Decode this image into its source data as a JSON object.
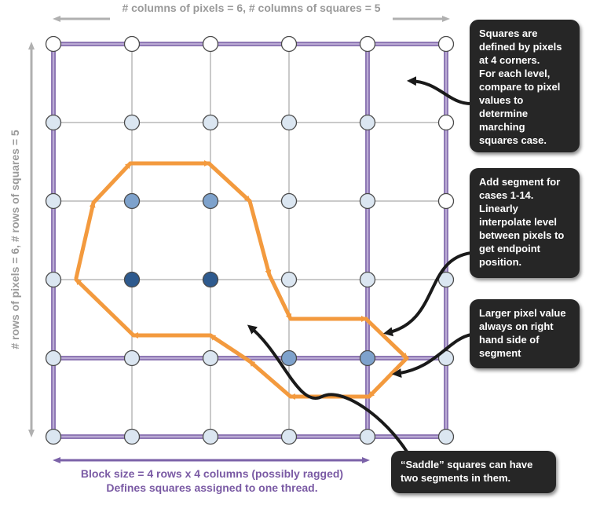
{
  "labels": {
    "top": "# columns of pixels = 6,  # columns of squares = 5",
    "left": "# rows of pixels = 6, # rows of squares = 5",
    "block_line1": "Block size = 4 rows x 4 columns (possibly ragged)",
    "block_line2": "Defines squares assigned to one thread."
  },
  "callouts": {
    "squares": "Squares are\ndefined by pixels\nat 4 corners.\nFor each level,\ncompare to pixel\nvalues to\ndetermine\nmarching\nsquares case.",
    "segment": "Add segment for\ncases 1-14.\nLinearly\ninterpolate level\nbetween pixels to\nget endpoint\nposition.",
    "larger": "Larger pixel value\nalways on right\nhand side of\nsegment",
    "saddle": "“Saddle” squares can have\ntwo segments in them."
  },
  "colors": {
    "block_border": "#7b62a8",
    "grid": "#b8b8b8",
    "contour": "#f39a3e",
    "pixel_white": "#ffffff",
    "pixel_light": "#dbe6f1",
    "pixel_mid": "#7ea2cc",
    "pixel_dark": "#2e5a8e",
    "callout_bg": "#262626",
    "label_gray": "#9a9a9a",
    "label_purple": "#7a5aa4"
  },
  "pixel_levels": [
    [
      0,
      0,
      0,
      0,
      0,
      0
    ],
    [
      1,
      1,
      1,
      1,
      1,
      0
    ],
    [
      1,
      2,
      2,
      1,
      1,
      0
    ],
    [
      1,
      3,
      3,
      1,
      1,
      1
    ],
    [
      1,
      1,
      1,
      2,
      2,
      1
    ],
    [
      1,
      1,
      1,
      1,
      1,
      1
    ]
  ]
}
